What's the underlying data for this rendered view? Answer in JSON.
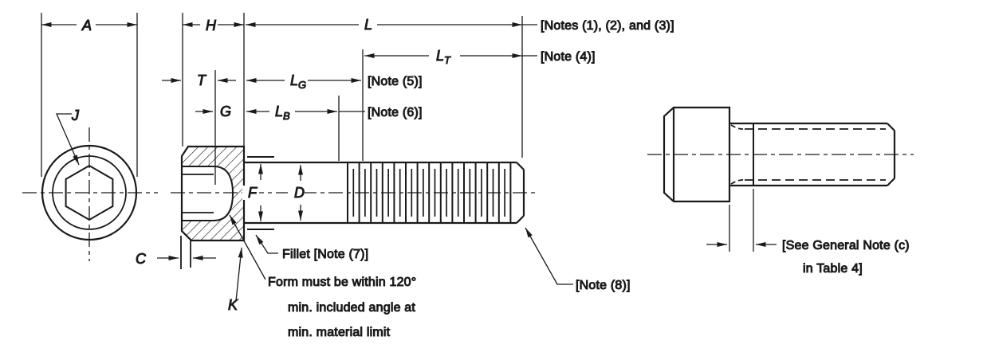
{
  "drawing": {
    "background": "#ffffff",
    "line_color": "#1a1a1a",
    "dim_labels": {
      "A": "A",
      "H": "H",
      "L": "L",
      "T": "T",
      "G": "G",
      "F": "F",
      "D": "D",
      "J": "J",
      "C": "C",
      "K": "K",
      "LT_main": "L",
      "LT_sub": "T",
      "LG_main": "L",
      "LG_sub": "G",
      "LB_main": "L",
      "LB_sub": "B"
    },
    "notes": {
      "L_notes": "[Notes (1), (2), and (3)]",
      "LT_note": "[Note (4)]",
      "LG_note": "[Note (5)]",
      "LB_note": "[Note (6)]",
      "fillet_note": "Fillet [Note (7)]",
      "tip_note": "[Note (8)]",
      "form_note_line1": "Form must be within 120°",
      "form_note_line2": "min. included angle at",
      "form_note_line3": "min. material limit",
      "general_note_line1": "[See General Note (c)",
      "general_note_line2": "in Table 4]"
    }
  }
}
